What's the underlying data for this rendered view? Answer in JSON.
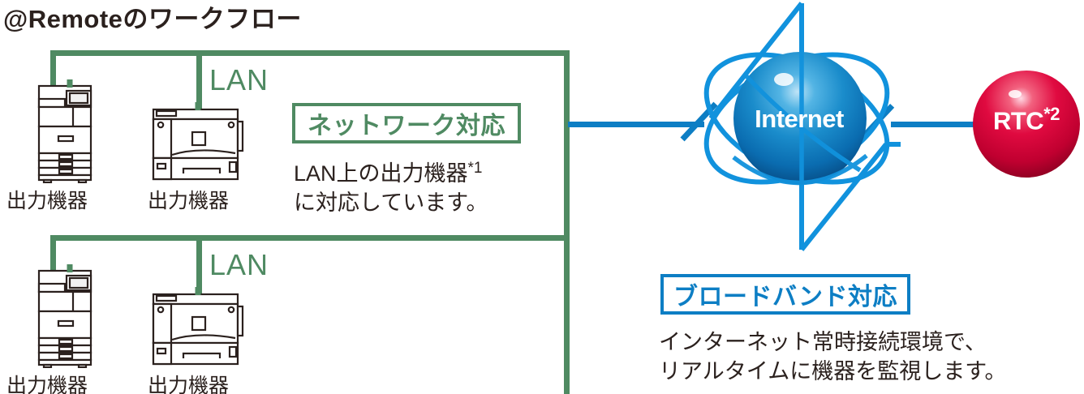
{
  "title": "@Remoteのワークフロー",
  "colors": {
    "lan_green": "#4f8a62",
    "net_blue": "#0d7ec4",
    "text_dark": "#2b211e",
    "globe_blue": "#0a6cb0",
    "rtc_red": "#cc0033"
  },
  "lan": {
    "label_top": "LAN",
    "label_bottom": "LAN"
  },
  "devices": [
    {
      "name": "出力機器",
      "type": "mfp-copier"
    },
    {
      "name": "出力機器",
      "type": "laser-printer"
    },
    {
      "name": "出力機器",
      "type": "mfp-copier"
    },
    {
      "name": "出力機器",
      "type": "laser-printer"
    }
  ],
  "callouts": [
    {
      "id": "network",
      "badge": "ネットワーク対応",
      "body_line1": "LAN上の出力機器",
      "body_sup1": "*1",
      "body_line2": "に対応しています。",
      "accent": "#4f8a62"
    },
    {
      "id": "broadband",
      "badge": "ブロードバンド対応",
      "body_line1": "インターネット常時接続環境で、",
      "body_sup1": "",
      "body_line2": "リアルタイムに機器を監視します。",
      "accent": "#0d7ec4"
    }
  ],
  "nodes": {
    "internet": {
      "label": "Internet"
    },
    "rtc": {
      "label": "RTC",
      "sup": "*2"
    }
  }
}
